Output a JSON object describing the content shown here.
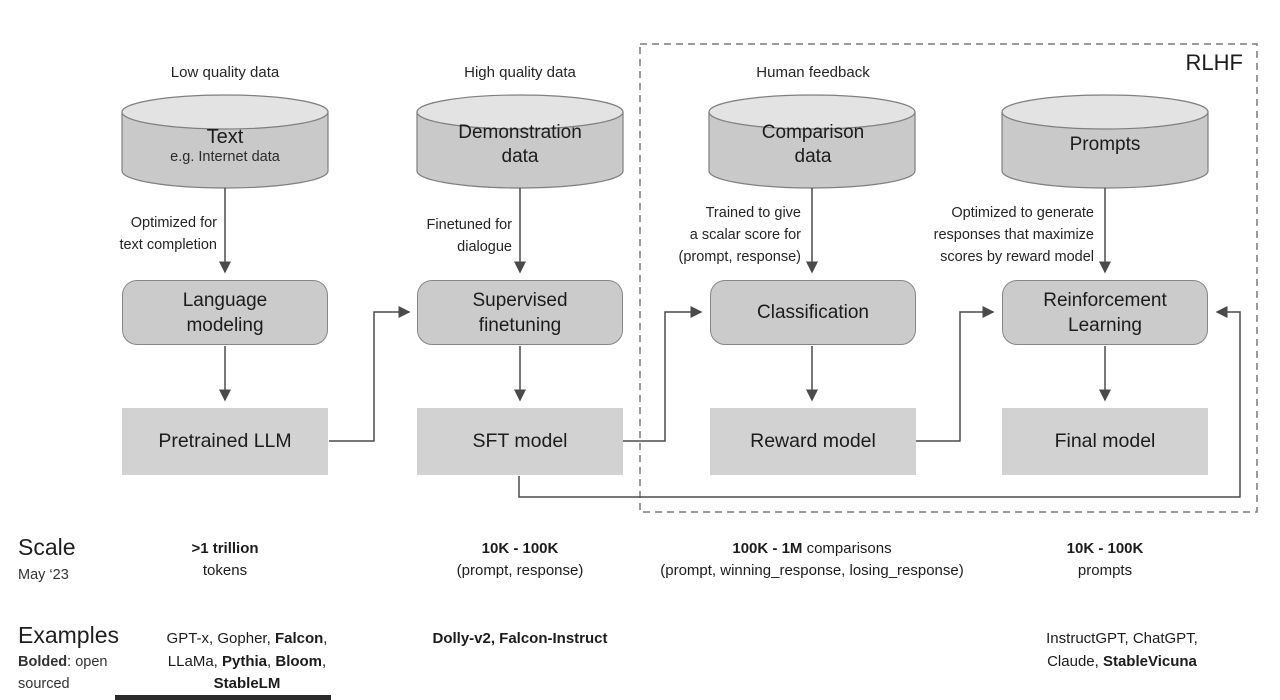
{
  "diagram": {
    "rlhf_label": "RLHF",
    "columns": [
      {
        "top_label": "Low quality data",
        "cylinder": {
          "title": "Text",
          "subtitle": "e.g. Internet data"
        },
        "arrow_note": "Optimized for\ntext completion",
        "process_label": "Language\nmodeling",
        "model_label": "Pretrained LLM"
      },
      {
        "top_label": "High quality data",
        "cylinder": {
          "title": "Demonstration\ndata",
          "subtitle": ""
        },
        "arrow_note": "Finetuned for\ndialogue",
        "process_label": "Supervised\nfinetuning",
        "model_label": "SFT model"
      },
      {
        "top_label": "Human feedback",
        "cylinder": {
          "title": "Comparison\ndata",
          "subtitle": ""
        },
        "arrow_note": "Trained to give\na scalar score for\n(prompt, response)",
        "process_label": "Classification",
        "model_label": "Reward model"
      },
      {
        "top_label": "",
        "cylinder": {
          "title": "Prompts",
          "subtitle": ""
        },
        "arrow_note": "Optimized to generate\nresponses that maximize\nscores by reward model",
        "process_label": "Reinforcement\nLearning",
        "model_label": "Final model"
      }
    ]
  },
  "scale_row": {
    "label": "Scale",
    "sublabel": "May ‘23",
    "cells": [
      {
        "line1": [
          {
            "t": ">1 trillion",
            "b": true
          }
        ],
        "line2": "tokens"
      },
      {
        "line1": [
          {
            "t": "10K - 100K",
            "b": true
          }
        ],
        "line2": "(prompt, response)"
      },
      {
        "line1": [
          {
            "t": "100K - 1M",
            "b": true
          },
          {
            "t": " comparisons",
            "b": false
          }
        ],
        "line2": "(prompt, winning_response, losing_response)"
      },
      {
        "line1": [
          {
            "t": "10K - 100K",
            "b": true
          }
        ],
        "line2": "prompts"
      }
    ]
  },
  "examples_row": {
    "label": "Examples",
    "sublabel": [
      {
        "t": "Bolded",
        "b": true
      },
      {
        "t": ": open\nsourced",
        "b": false
      }
    ],
    "cells": [
      {
        "lines": [
          [
            {
              "t": "GPT-x, Gopher, ",
              "b": false
            },
            {
              "t": "Falcon",
              "b": true
            },
            {
              "t": ",",
              "b": false
            }
          ],
          [
            {
              "t": "LLaMa, ",
              "b": false
            },
            {
              "t": "Pythia",
              "b": true
            },
            {
              "t": ", ",
              "b": false
            },
            {
              "t": "Bloom",
              "b": true
            },
            {
              "t": ",",
              "b": false
            }
          ],
          [
            {
              "t": "StableLM",
              "b": true
            }
          ]
        ]
      },
      {
        "lines": [
          [
            {
              "t": "Dolly-v2, Falcon-Instruct",
              "b": true
            }
          ]
        ]
      },
      {
        "lines": []
      },
      {
        "lines": [
          [
            {
              "t": "InstructGPT, ChatGPT,",
              "b": false
            }
          ],
          [
            {
              "t": "Claude, ",
              "b": false
            },
            {
              "t": "StableVicuna",
              "b": true
            }
          ]
        ]
      }
    ]
  },
  "colors": {
    "cylinder_body": "#c9c9c9",
    "cylinder_top": "#e3e3e3",
    "process_fill": "#cbcbcb",
    "model_fill": "#d2d2d2",
    "line": "#4a4a4a",
    "dashed_border": "#7a7a7a",
    "text": "#1f1f1f"
  }
}
